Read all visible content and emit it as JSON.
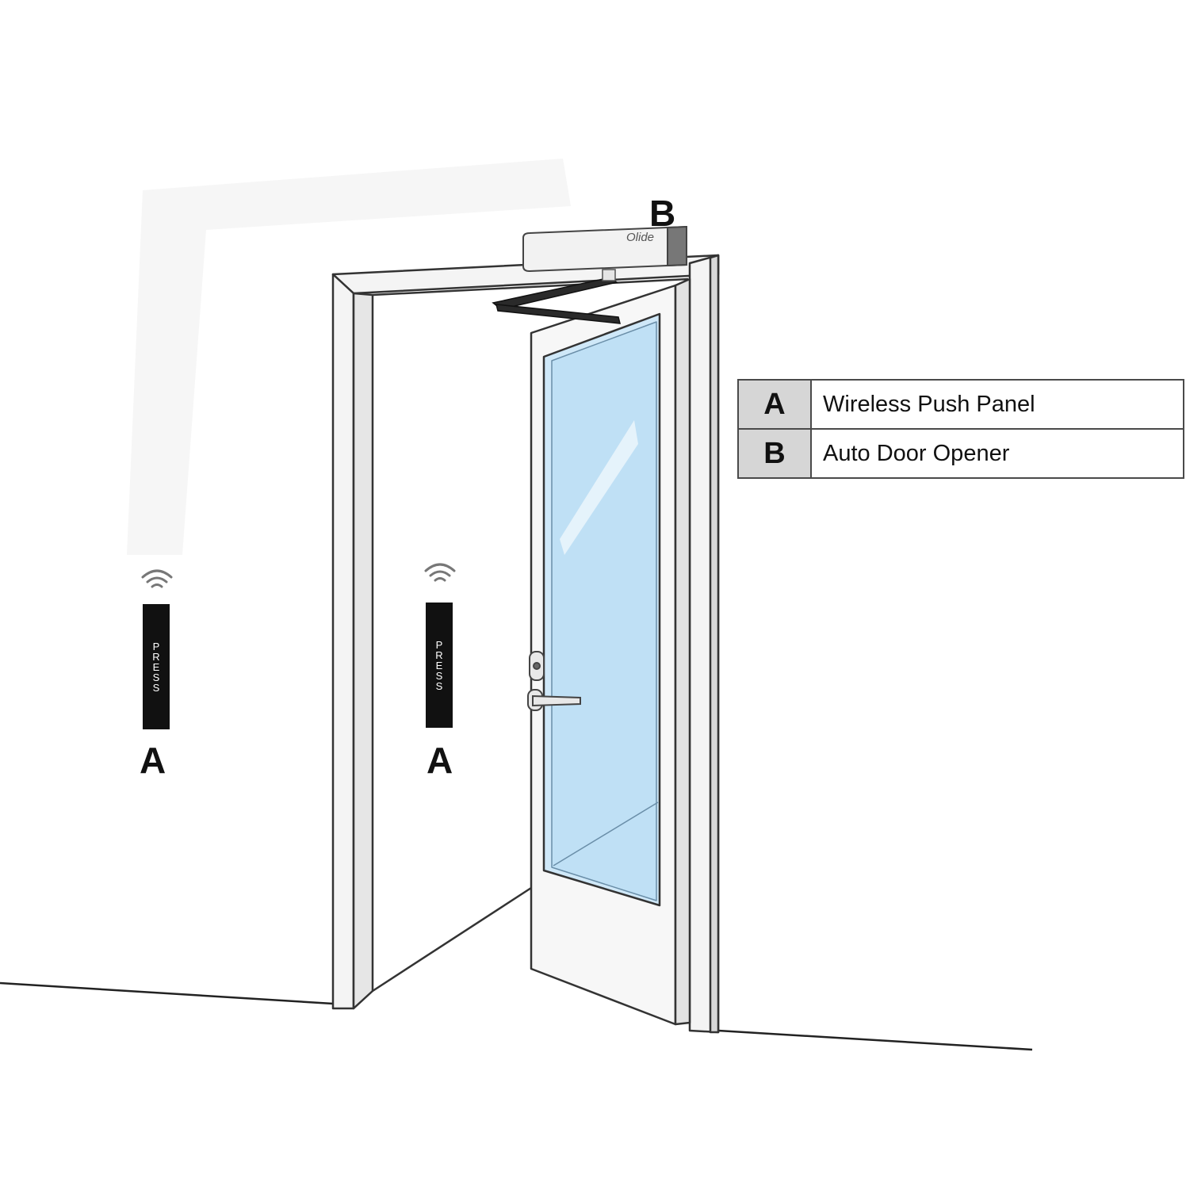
{
  "legend": {
    "rows": [
      {
        "key": "A",
        "label": "Wireless Push Panel"
      },
      {
        "key": "B",
        "label": "Auto Door Opener"
      }
    ]
  },
  "callouts": {
    "opener_letter": "B",
    "panel_left_letter": "A",
    "panel_right_letter": "A"
  },
  "panels": {
    "left_text": "PRESS",
    "right_text": "PRESS"
  },
  "opener": {
    "brand": "Olide"
  },
  "colors": {
    "glass": "#cfe8f8",
    "panel": "#111111",
    "frame_stroke": "#333333",
    "legend_key_bg": "#d6d6d6"
  },
  "icons": [
    "wifi-icon"
  ]
}
